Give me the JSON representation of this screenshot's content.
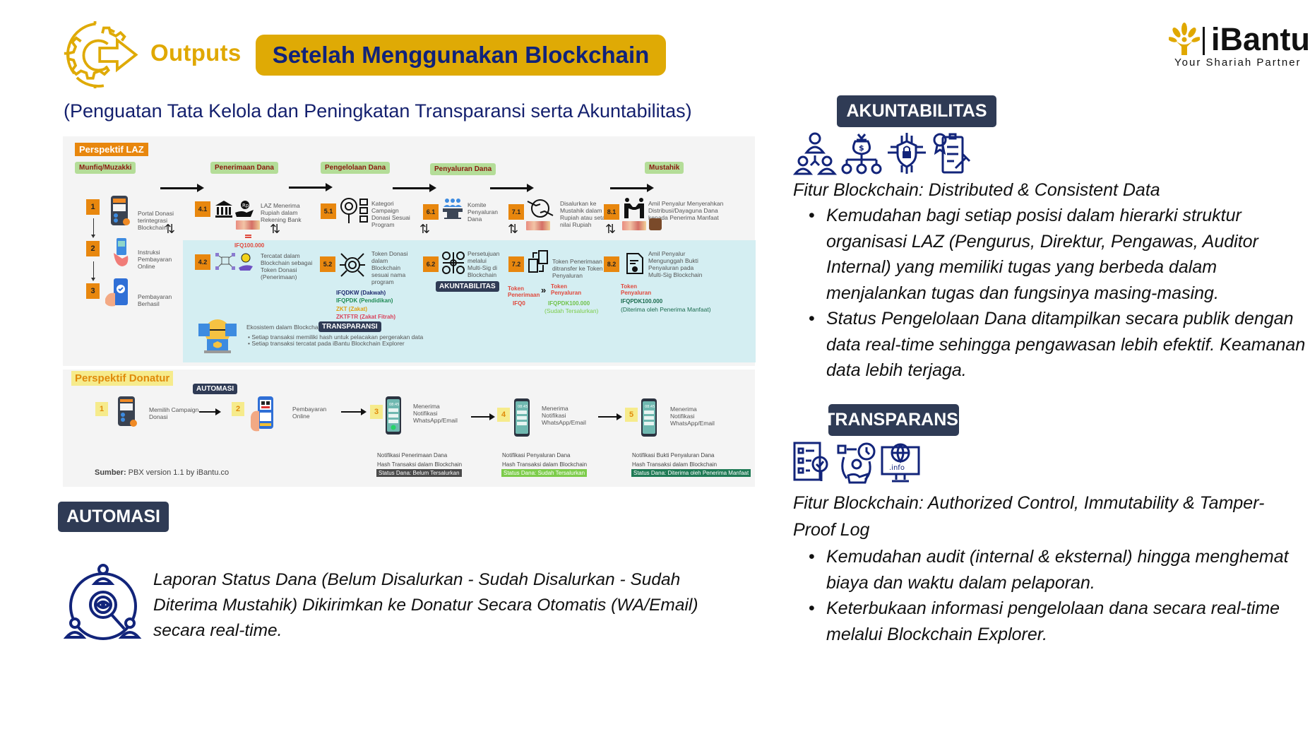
{
  "header": {
    "outputs_label": "Outputs",
    "title": "Setelah Menggunakan Blockchain",
    "subtitle": "(Penguatan Tata Kelola dan Peningkatan Transparansi serta Akuntabilitas)",
    "icon": "gear-arrow-output-icon"
  },
  "logo": {
    "name": "iBantu",
    "tagline": "Your Shariah Partner",
    "icon": "tree-person-icon"
  },
  "colors": {
    "gold": "#dfaa05",
    "navy": "#10227a",
    "badge_dark": "#2f3b55",
    "orange": "#e8870e",
    "cyan_zone": "#d4eef2",
    "status_grey": "#4a4a4a",
    "status_lightgreen": "#7ccc4a",
    "status_darkgreen": "#1f7a55"
  },
  "diagram": {
    "laz": {
      "title": "Perspektif LAZ",
      "stages": [
        "Munfiq/Muzakki",
        "Penerimaan Dana",
        "Pengelolaan Dana",
        "Penyaluran Dana",
        "Mustahik"
      ],
      "steps": {
        "s1": {
          "num": "1",
          "text": "Portal Donasi\nterintegrasi\nBlockchain"
        },
        "s2": {
          "num": "2",
          "text": "Instruksi\nPembayaran\nOnline"
        },
        "s3": {
          "num": "3",
          "text": "Pembayaran\nBerhasil"
        },
        "s41": {
          "num": "4.1",
          "text": "LAZ Menerima\nRupiah dalam\nRekening Bank"
        },
        "s42": {
          "num": "4.2",
          "text": "Tercatat dalam\nBlockchain sebagai\nToken Donasi\n(Penerimaan)"
        },
        "s51": {
          "num": "5.1",
          "text": "Kategori\nCampaign\nDonasi Sesuai\nProgram"
        },
        "s52": {
          "num": "5.2",
          "text": "Token Donasi\ndalam\nBlockchain\nsesuai nama\nprogram"
        },
        "s61": {
          "num": "6.1",
          "text": "Komite\nPenyaluran\nDana"
        },
        "s62": {
          "num": "6.2",
          "text": "Persetujuan\nmelalui\nMulti-Sig di\nBlockchain"
        },
        "s71": {
          "num": "7.1",
          "text": "Disalurkan ke\nMustahik dalam\nRupiah atau setara\nnilai Rupiah"
        },
        "s72": {
          "num": "7.2",
          "text": "Token Penerimaan\nditransfer ke Token\nPenyaluran"
        },
        "s81": {
          "num": "8.1",
          "text": "Amil Penyalur Menyerahkan\nDistribusi/Dayaguna Dana\nkepada Penerima Manfaat"
        },
        "s82": {
          "num": "8.2",
          "text": "Amil Penyalur\nMengunggah Bukti\nPenyaluran pada\nMulti-Sig Blockchain"
        }
      },
      "ifq_amount": "IFQ100.000",
      "tokens": [
        {
          "label": "IFQDKW (Dakwah)",
          "color": "#1e2a6e"
        },
        {
          "label": "IFQPDK (Pendidikan)",
          "color": "#1f8a55"
        },
        {
          "label": "ZKT (Zakat)",
          "color": "#e0a010"
        },
        {
          "label": "ZKTFTR (Zakat Fitrah)",
          "color": "#d9405a"
        }
      ],
      "akuntabilitas_tag": "AKUNTABILITAS",
      "transfer": {
        "from_label": "Token\nPenerimaan",
        "from_value": "IFQ0",
        "to_label": "Token\nPenyaluran",
        "to_value": "IFQPDK100.000",
        "to_note": "(Sudah Tersalurkan)"
      },
      "final": {
        "label": "Token\nPenyaluran",
        "value": "IFQPDK100.000",
        "note": "(Diterima oleh Penerima Manfaat)"
      },
      "ecosystem": {
        "label": "Ekosistem dalam Blockchain",
        "tag": "TRANSPARANSI",
        "bullets": [
          "Setiap transaksi memiliki hash untuk pelacakan pergerakan data",
          "Setiap transaksi tercatat pada iBantu Blockchain Explorer"
        ]
      }
    },
    "donatur": {
      "title": "Perspektif Donatur",
      "tag": "AUTOMASI",
      "steps": [
        {
          "num": "1",
          "text": "Memilih Campaign\nDonasi"
        },
        {
          "num": "2",
          "text": "Pembayaran\nOnline"
        },
        {
          "num": "3",
          "text": "Menerima\nNotifikasi\nWhatsApp/Email"
        },
        {
          "num": "4",
          "text": "Menerima\nNotifikasi\nWhatsApp/Email"
        },
        {
          "num": "5",
          "text": "Menerima\nNotifikasi\nWhatsApp/Email"
        }
      ],
      "phone_time": "08:45",
      "notifications": [
        {
          "text": "Notifikasi Penerimaan Dana\nHash Transaksi dalam Blockchain",
          "status": "Status Dana: Belum Tersalurkan"
        },
        {
          "text": "Notifikasi Penyaluran Dana\nHash Transaksi dalam Blockchain",
          "status": "Status Dana: Sudah Tersalurkan"
        },
        {
          "text": "Notifikasi Bukti Penyaluran Dana\nHash Transaksi dalam Blockchain",
          "status": "Status Dana: Diterima oleh Penerima Manfaat"
        }
      ],
      "source_label": "Sumber:",
      "source_text": " PBX version 1.1 by iBantu.co"
    }
  },
  "automasi": {
    "badge": "AUTOMASI",
    "icon": "people-eye-magnifier-icon",
    "text": "Laporan Status Dana (Belum Disalurkan - Sudah Disalurkan - Sudah Diterima Mustahik) Dikirimkan ke Donatur Secara Otomatis (WA/Email) secara real-time."
  },
  "akuntabilitas": {
    "badge": "AKUNTABILITAS",
    "icons": [
      "org-hierarchy-icon",
      "money-bag-distribution-icon",
      "security-lock-network-icon",
      "audit-checklist-gavel-icon"
    ],
    "feature": "Fitur Blockchain: Distributed & Consistent Data",
    "bullets": [
      "Kemudahan bagi setiap posisi dalam hierarki struktur organisasi LAZ (Pengurus, Direktur, Pengawas, Auditor Internal) yang memiliki tugas yang berbeda dalam menjalankan tugas dan fungsinya masing-masing.",
      "Status Pengelolaan Dana ditampilkan secara publik dengan data real-time sehingga pengawasan lebih efektif. Keamanan data lebih terjaga."
    ]
  },
  "transparansi": {
    "badge": "TRANSPARANSI",
    "icons": [
      "checklist-magnifier-icon",
      "process-control-icon",
      "monitor-info-globe-icon"
    ],
    "feature": "Fitur Blockchain: Authorized Control, Immutability & Tamper-Proof Log",
    "bullets": [
      "Kemudahan audit (internal & eksternal) hingga menghemat biaya dan waktu dalam pelaporan.",
      "Keterbukaan informasi pengelolaan dana secara real-time melalui Blockchain Explorer."
    ]
  }
}
